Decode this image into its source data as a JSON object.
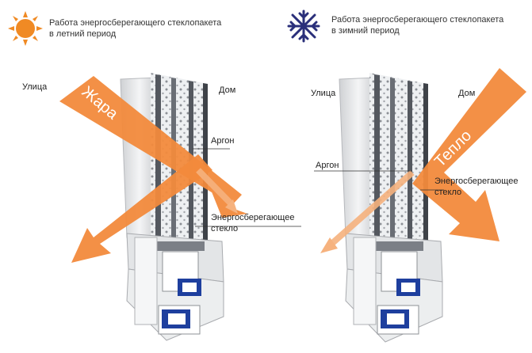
{
  "legend": {
    "summer": {
      "icon": "sun-icon",
      "line1": "Работа энергосберегающего стеклопакета",
      "line2": "в летний период"
    },
    "winter": {
      "icon": "snowflake-icon",
      "line1": "Работа энергосберегающего стеклопакета",
      "line2": "в зимний период"
    }
  },
  "left_diagram": {
    "outside_label": "Улица",
    "inside_label": "Дом",
    "arrow_label": "Жара",
    "gas_label": "Аргон",
    "coating_label_line1": "Энергосберегающее",
    "coating_label_line2": "стекло"
  },
  "right_diagram": {
    "outside_label": "Улица",
    "inside_label": "Дом",
    "arrow_label": "Тепло",
    "gas_label": "Аргон",
    "coating_label_line1": "Энергосберегающее",
    "coating_label_line2": "стекло"
  },
  "colors": {
    "arrow": "#f28a3c",
    "arrow_light": "#f6b27e",
    "sun": "#f08a24",
    "snowflake": "#2a2f7a",
    "frame": "#e6e7e9",
    "frame_shadow": "#b7b9bd",
    "glass_dark": "#54585f",
    "seal_blue": "#1e3f9e"
  }
}
